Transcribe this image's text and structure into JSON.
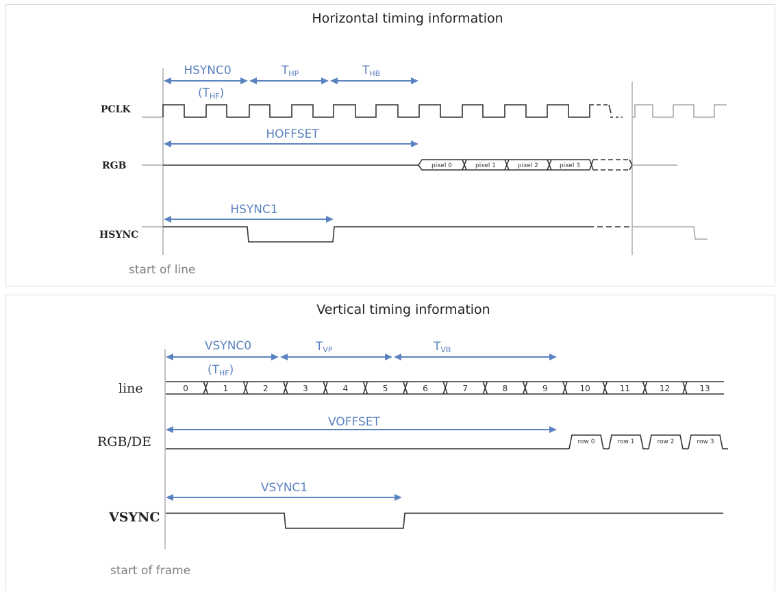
{
  "horizontal": {
    "title": "Horizontal timing information",
    "signals": {
      "pclk": "PCLK",
      "rgb": "RGB",
      "hsync": "HSYNC"
    },
    "intervals": {
      "hsync0": "HSYNC0",
      "hsync0_sub": "(T",
      "hsync0_sub_s": "HF",
      "hsync0_sub_end": ")",
      "thp": "T",
      "thp_s": "HP",
      "thb": "T",
      "thb_s": "HB",
      "hoffset": "HOFFSET",
      "hsync1": "HSYNC1"
    },
    "pixels": [
      "pixel 0",
      "pixel 1",
      "pixel 2",
      "pixel 3"
    ],
    "start_label": "start of line"
  },
  "vertical": {
    "title": "Vertical timing information",
    "signals": {
      "line": "line",
      "rgbde": "RGB/DE",
      "vsync": "VSYNC"
    },
    "intervals": {
      "vsync0": "VSYNC0",
      "vsync0_sub": "(T",
      "vsync0_sub_s": "HF",
      "vsync0_sub_end": ")",
      "tvp": "T",
      "tvp_s": "VP",
      "tvb": "T",
      "tvb_s": "VB",
      "voffset": "VOFFSET",
      "vsync1": "VSYNC1"
    },
    "lines": [
      "0",
      "1",
      "2",
      "3",
      "4",
      "5",
      "6",
      "7",
      "8",
      "9",
      "10",
      "11",
      "12",
      "13"
    ],
    "rows": [
      "row 0",
      "row 1",
      "row 2",
      "row 3"
    ],
    "start_label": "start of frame"
  },
  "colors": {
    "annotation": "#5b82c0",
    "wave": "#333333",
    "faded": "#a8a8a8"
  }
}
